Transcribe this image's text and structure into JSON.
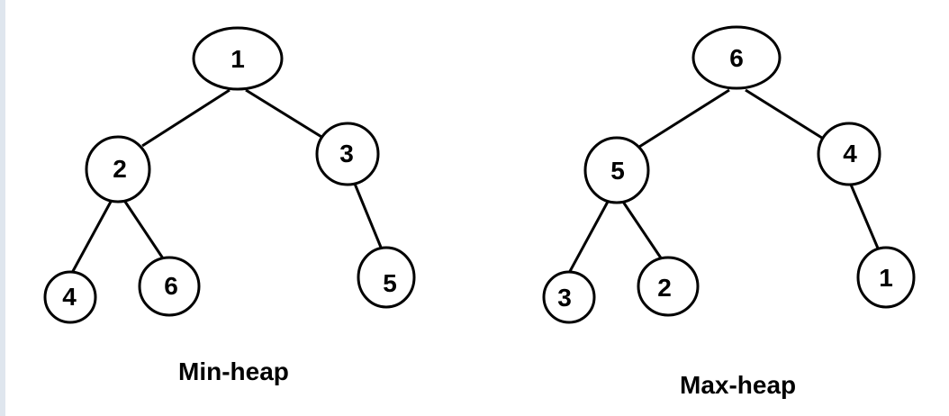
{
  "min_heap": {
    "caption": "Min-heap",
    "nodes": [
      "1",
      "2",
      "3",
      "4",
      "6",
      "5"
    ]
  },
  "max_heap": {
    "caption": "Max-heap",
    "nodes": [
      "6",
      "5",
      "4",
      "3",
      "2",
      "1"
    ]
  },
  "colors": {
    "stroke": "#000000",
    "background": "#ffffff"
  }
}
